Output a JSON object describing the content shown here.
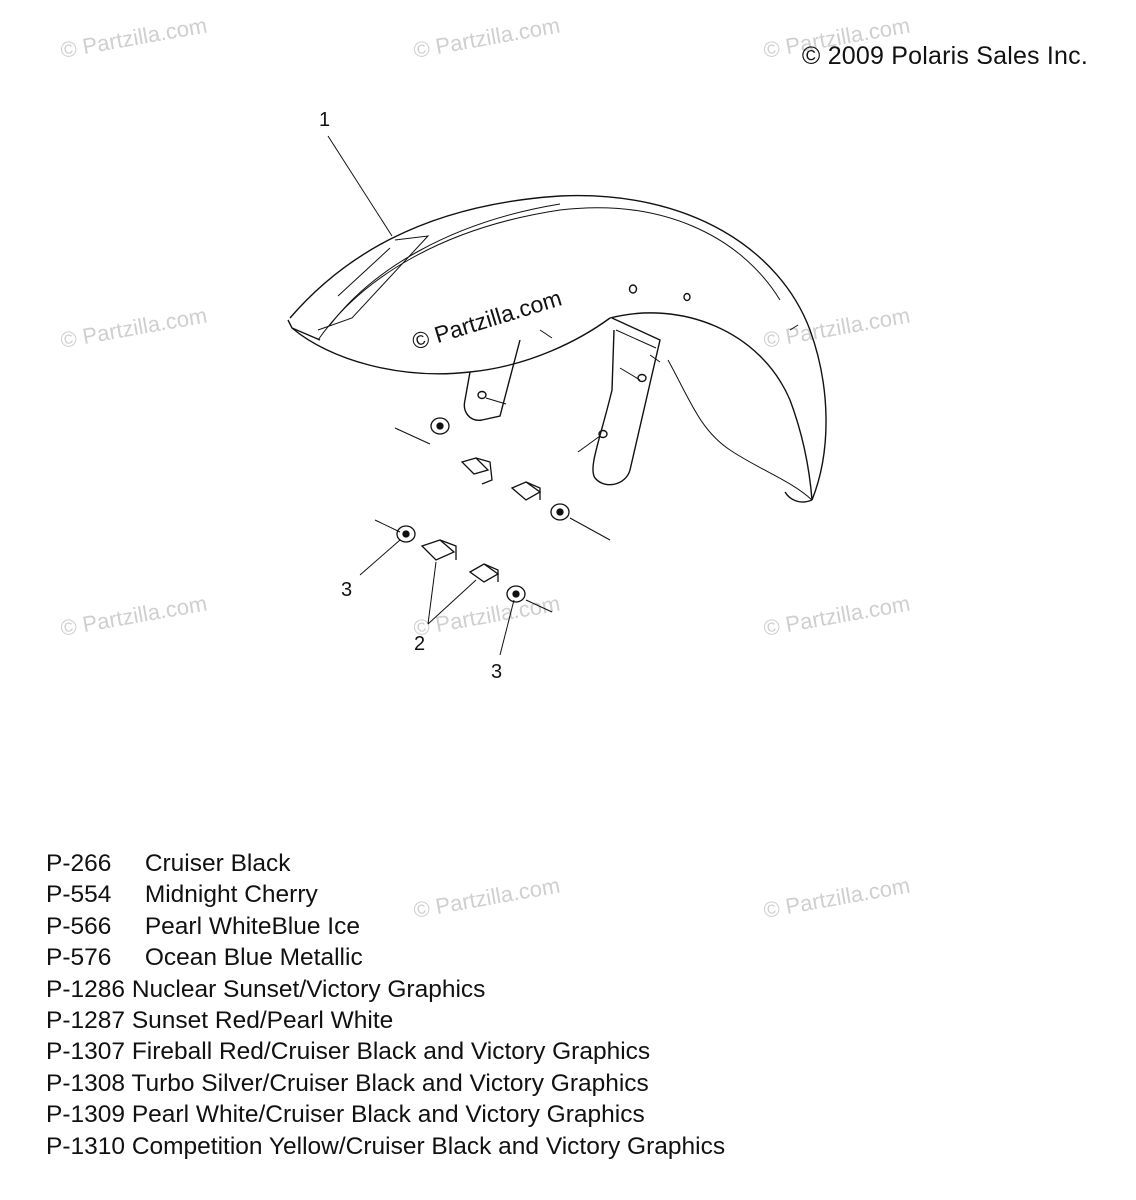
{
  "copyright": "© 2009 Polaris Sales Inc.",
  "watermark": "© Partzilla.com",
  "callouts": {
    "fender": "1",
    "bolt": "2",
    "washer_left": "3",
    "washer_right": "3"
  },
  "color_options": [
    {
      "code": "P-266",
      "name": "Cruiser Black"
    },
    {
      "code": "P-554",
      "name": "Midnight Cherry"
    },
    {
      "code": "P-566",
      "name": "Pearl WhiteBlue Ice"
    },
    {
      "code": "P-576",
      "name": "Ocean Blue Metallic"
    },
    {
      "code": "P-1286",
      "name": "Nuclear Sunset/Victory Graphics"
    },
    {
      "code": "P-1287",
      "name": "Sunset Red/Pearl White"
    },
    {
      "code": "P-1307",
      "name": "Fireball Red/Cruiser Black and Victory Graphics"
    },
    {
      "code": "P-1308",
      "name": "Turbo Silver/Cruiser Black and Victory Graphics"
    },
    {
      "code": "P-1309",
      "name": "Pearl White/Cruiser Black and Victory Graphics"
    },
    {
      "code": "P-1310",
      "name": "Competition Yellow/Cruiser Black and Victory Graphics"
    }
  ]
}
